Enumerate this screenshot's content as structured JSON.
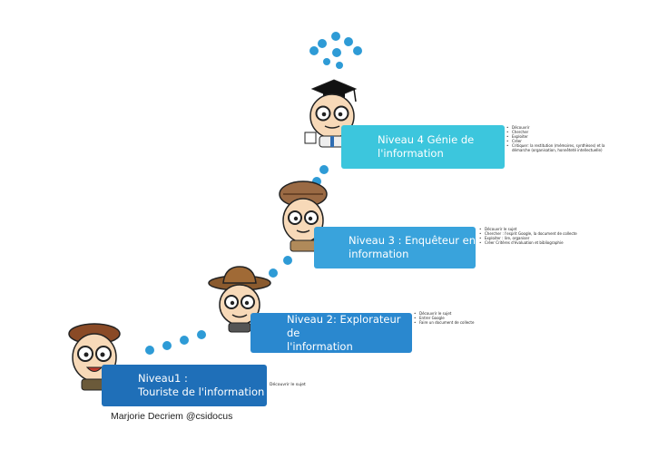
{
  "levels": [
    {
      "line1": "Niveau1 :",
      "line2": "Touriste de l'information",
      "notes": [
        "Découvrir le sujet"
      ]
    },
    {
      "line1": "Niveau 2: Explorateur de",
      "line2": "l'information",
      "notes": [
        "Découvrir le sujet",
        "Entrer Google",
        "Faire un document de collecte"
      ]
    },
    {
      "line1": "Niveau 3 : Enquêteur en",
      "line2": "information",
      "notes": [
        "Découvrir le sujet",
        "Chercher : l'esprit Google, la document de collecte",
        "Exploiter : lire, organiser",
        "Créer Critères d'évaluation et bibliographie"
      ]
    },
    {
      "line1": "Niveau 4 Génie de",
      "line2": "l'information",
      "notes": [
        "Découvrir",
        "Chercher",
        "Exploiter",
        "Créer",
        "Critiquer: la restitution (mémoires, synthèses) et la démarche (organisation, honnêteté intellectuelle)"
      ]
    }
  ],
  "credit": "Marjorie Decriem @csidocus",
  "colors": {
    "level1": "#1f6fb8",
    "level2": "#2a88cf",
    "level3": "#39a3dc",
    "level4": "#3cc6dd",
    "dots": "#2e9bd6"
  },
  "icons": [
    "tourist-beret-character-icon",
    "explorer-hat-character-icon",
    "detective-cap-character-icon",
    "graduate-cap-character-icon"
  ]
}
